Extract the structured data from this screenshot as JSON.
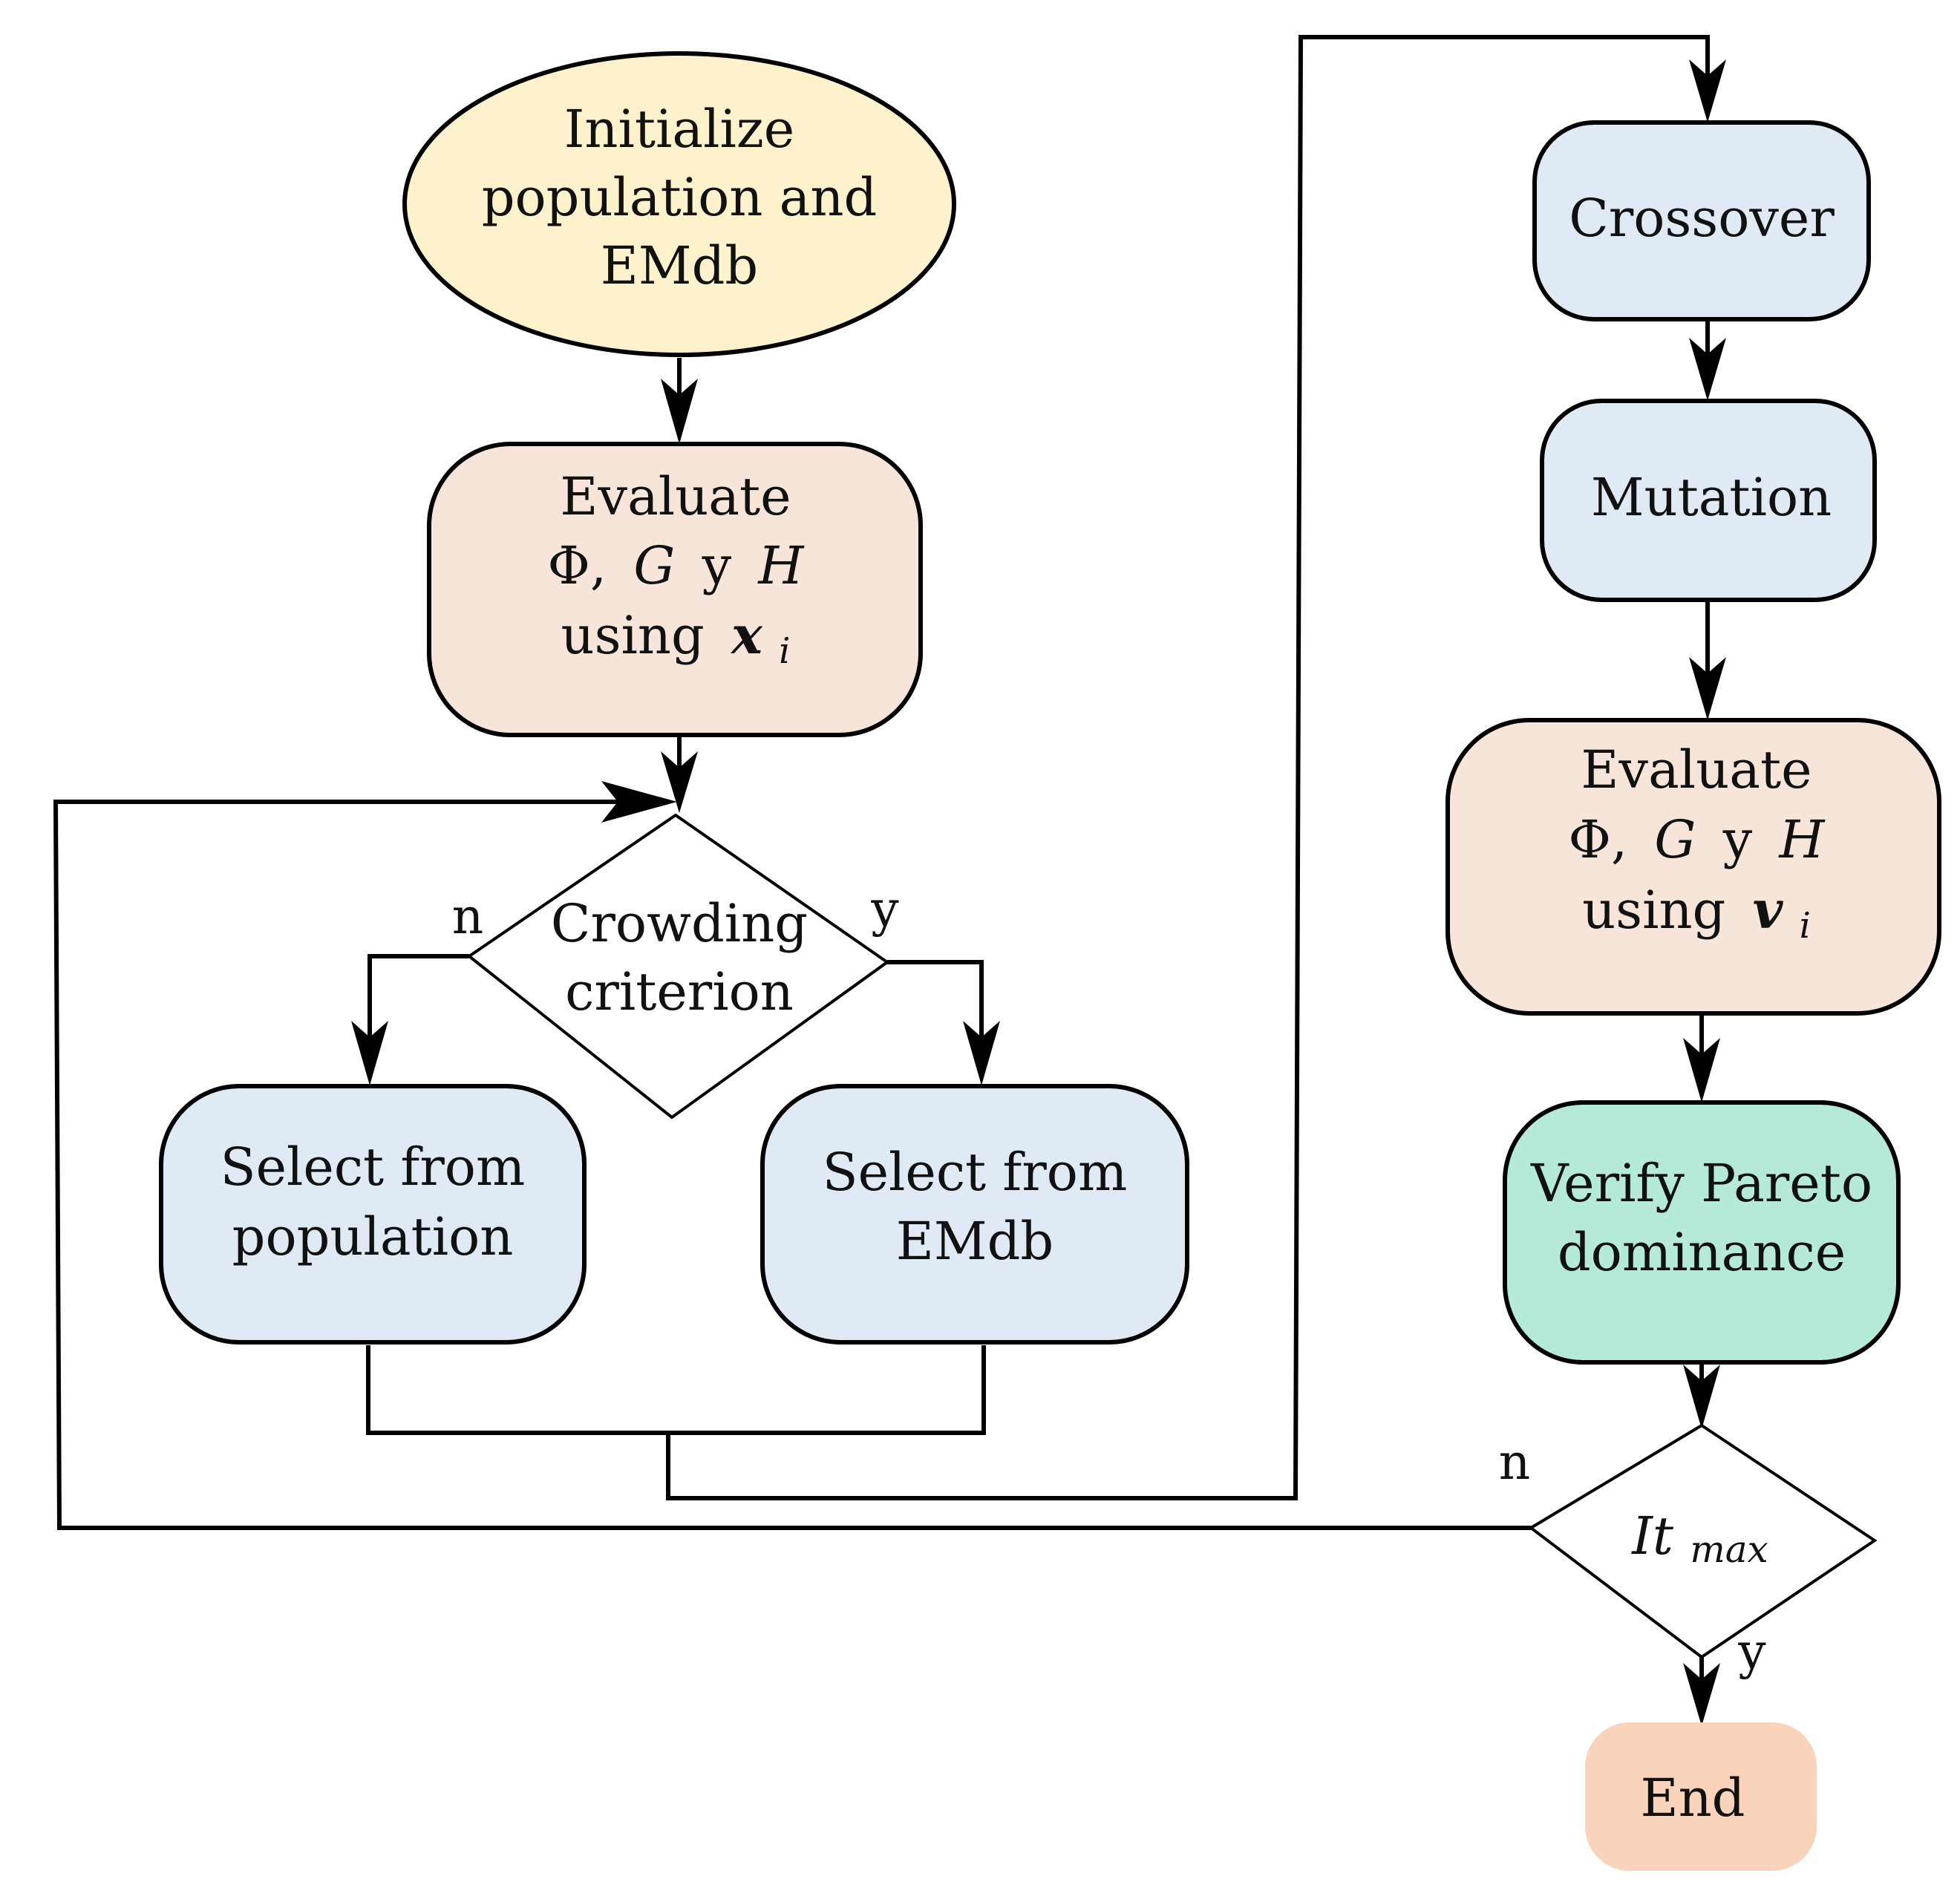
{
  "colors": {
    "ellipse_fill": "#fdf2cb",
    "process_fill": "#dfeaf5",
    "evaluate_fill": "#f8e5da",
    "verify_fill": "#b4ead6",
    "end_fill": "#f9d4bb",
    "decision_fill": "#ffffff",
    "line": "#000000"
  },
  "nodes": {
    "init": {
      "lines": [
        "Initialize",
        "population and",
        "EMdb"
      ]
    },
    "evaluate_x": {
      "line1": "Evaluate",
      "phi": "Φ,",
      "g": "G",
      "y": "y",
      "h": "H",
      "using": "using",
      "var": "x",
      "sub": "i"
    },
    "crowding": {
      "lines": [
        "Crowding",
        "criterion"
      ]
    },
    "select_pop": {
      "lines": [
        "Select from",
        "population"
      ]
    },
    "select_emdb": {
      "lines": [
        "Select from",
        "EMdb"
      ]
    },
    "crossover": {
      "label": "Crossover"
    },
    "mutation": {
      "label": "Mutation"
    },
    "evaluate_v": {
      "line1": "Evaluate",
      "phi": "Φ,",
      "g": "G",
      "y": "y",
      "h": "H",
      "using": "using",
      "var": "v",
      "sub": "i"
    },
    "verify": {
      "lines": [
        "Verify Pareto",
        "dominance"
      ]
    },
    "itmax": {
      "main": "It",
      "sub": "max"
    },
    "end": {
      "label": "End"
    }
  },
  "edge_labels": {
    "crowding_no": "n",
    "crowding_yes": "y",
    "itmax_no": "n",
    "itmax_yes": "y"
  }
}
